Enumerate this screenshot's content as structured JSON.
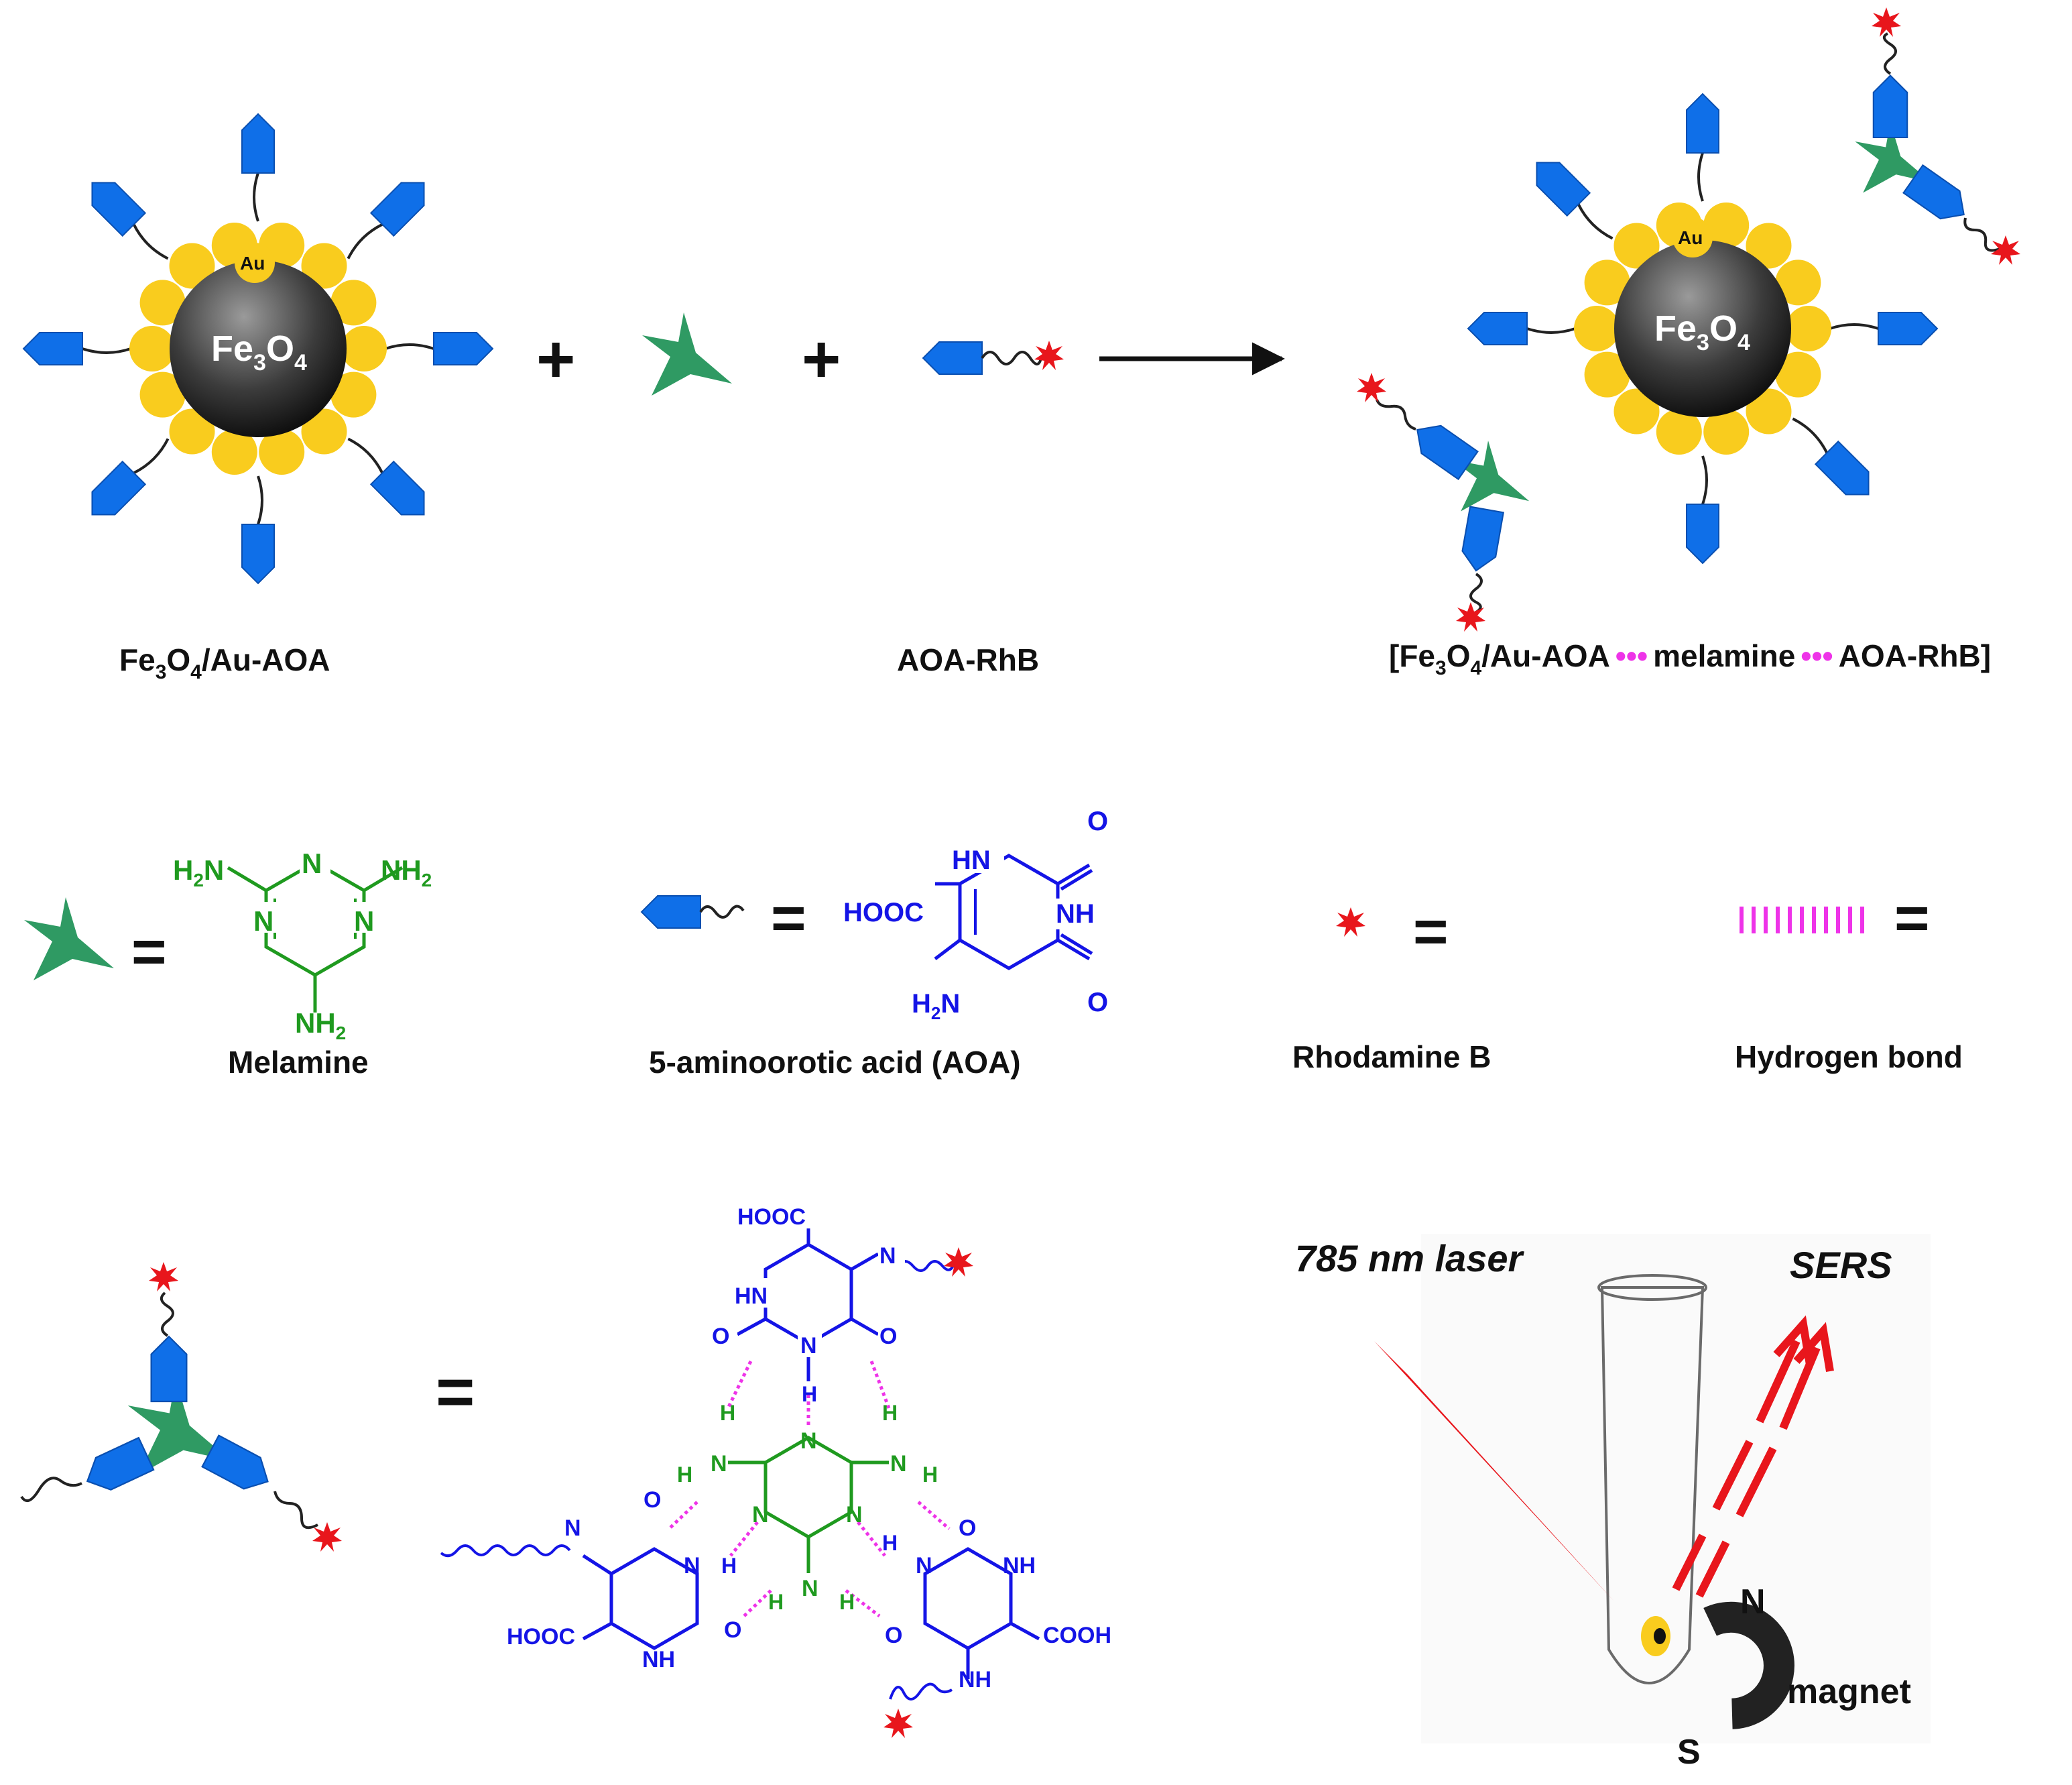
{
  "particle": {
    "core_label": "Fe",
    "core_sub1": "3",
    "core_mid": "O",
    "core_sub2": "4",
    "au_label": "Au"
  },
  "operators": {
    "plus": "+",
    "equals": "="
  },
  "captions": {
    "left_particle": {
      "a": "Fe",
      "s1": "3",
      "b": "O",
      "s2": "4",
      "c": "/Au-AOA"
    },
    "aoa_rhb": "AOA-RhB",
    "product": {
      "a": "[Fe",
      "s1": "3",
      "b": "O",
      "s2": "4",
      "c": "/Au-AOA",
      "d": "melamine",
      "e": "AOA-RhB]"
    }
  },
  "legend": {
    "melamine": "Melamine",
    "aoa": "5-aminoorotic acid (AOA)",
    "rhodamine": "Rhodamine B",
    "hbond": "Hydrogen bond"
  },
  "chem": {
    "h2n": "H",
    "h2n_sub": "2",
    "h2n_n": "N",
    "nh2": "NH",
    "nh2_sub": "2",
    "n": "N",
    "o": "O",
    "h": "H",
    "hn": "HN",
    "nh": "NH",
    "hooc": "HOOC",
    "cooh": "COOH",
    "h2n_aoa": "H",
    "h2n_aoa_sub": "2",
    "h2n_aoa_n": "N"
  },
  "detection": {
    "laser": "785 nm laser",
    "sers": "SERS",
    "north": "N",
    "south": "S",
    "magnet": "magnet"
  },
  "colors": {
    "gold": "#f9cc1e",
    "aoa_blue": "#0f6fe8",
    "melamine_green": "#2f9a63",
    "rhb_red": "#e8161c",
    "hbond_pink": "#ee33e8",
    "chem_blue": "#1414e6",
    "chem_green": "#1f9a1f"
  }
}
